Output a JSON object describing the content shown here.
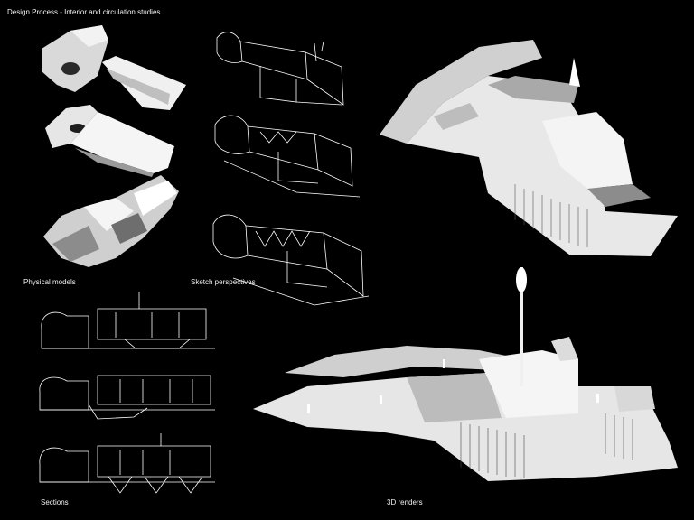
{
  "sheet": {
    "title": "Design Process - Interior and circulation studies"
  },
  "captions": {
    "physical_models": "Physical models",
    "sketch_perspectives": "Sketch perspectives",
    "sections": "Sections",
    "renders_3d": "3D renders"
  }
}
